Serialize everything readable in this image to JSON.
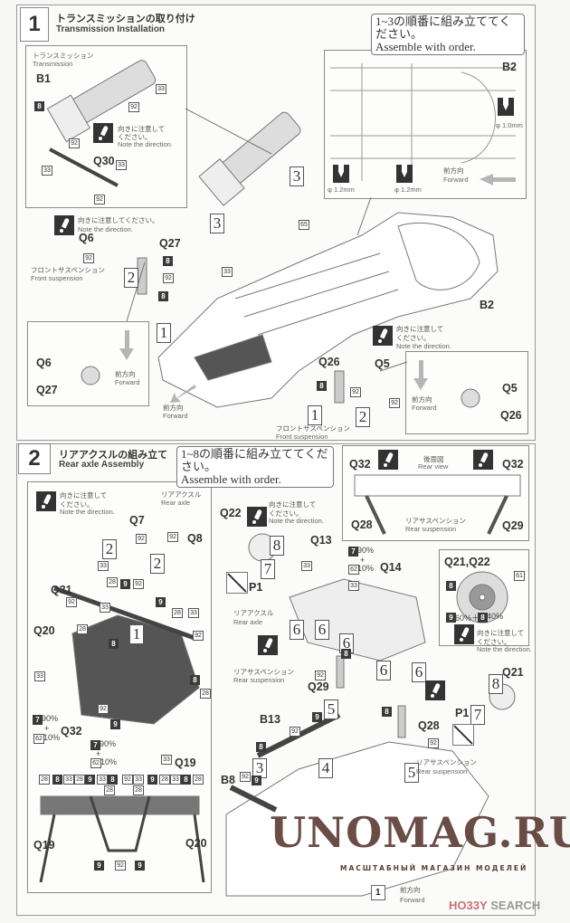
{
  "step1": {
    "number": "1",
    "title_jp": "トランスミッションの取り付け",
    "title_en": "Transmission Installation",
    "order_note_jp": "1~3の順番に組み立ててください。",
    "order_note_en": "Assemble with order.",
    "labels": [
      "トランスミッション",
      "Transmission",
      "B1",
      "8",
      "33",
      "92",
      "向きに注意して",
      "ください。",
      "Note the direction.",
      "92",
      "33",
      "Q30",
      "33",
      "92",
      "3",
      "3",
      "65",
      "B2",
      "φ 1.0mm",
      "φ 1.2mm",
      "φ 1.2mm",
      "前方向",
      "Forward",
      "向きに注意してください。",
      "Note the direction.",
      "Q6",
      "92",
      "フロントサスペンション",
      "Front suspension",
      "2",
      "Q27",
      "8",
      "92",
      "8",
      "33",
      "1",
      "B2",
      "Q6",
      "Q27",
      "前方向",
      "Forward",
      "向きに注意して",
      "ください。",
      "Note the direction.",
      "Q26",
      "Q5",
      "8",
      "92",
      "92",
      "1",
      "2",
      "前方向",
      "Forward",
      "フロントサスペンション",
      "Front suspension",
      "前方向",
      "Forward",
      "Q5",
      "Q26"
    ]
  },
  "step2": {
    "number": "2",
    "title_jp": "リアアクスルの組み立て",
    "title_en": "Rear axle Assembly",
    "order_note_jp": "1~8の順番に組み立ててください。",
    "order_note_en": "Assemble with order.",
    "labels": [
      "向きに注意して",
      "ください。",
      "Note the direction.",
      "リアアクスル",
      "Rear axle",
      "Q7",
      "92",
      "2",
      "92",
      "Q8",
      "2",
      "Q31",
      "33",
      "28",
      "9",
      "92",
      "92",
      "33",
      "9",
      "1",
      "28",
      "33",
      "92",
      "Q20",
      "28",
      "8",
      "33",
      "8",
      "28",
      "92",
      "9",
      "7",
      "90%",
      "+",
      "62",
      "10%",
      "Q32",
      "7",
      "90%",
      "+",
      "62",
      "10%",
      "33",
      "Q19",
      "28",
      "8",
      "33",
      "28",
      "9",
      "33",
      "8",
      "92",
      "33",
      "9",
      "28",
      "33",
      "8",
      "28",
      "28",
      "28",
      "Q19",
      "Q20",
      "9",
      "92",
      "9",
      "Q22",
      "向きに注意して",
      "ください。",
      "Note the direction.",
      "8",
      "7",
      "P1",
      "リアアクスル",
      "Rear axle",
      "Q13",
      "33",
      "7",
      "90%",
      "+",
      "62",
      "10%",
      "Q14",
      "33",
      "6",
      "6",
      "6",
      "6",
      "6",
      "8",
      "リアサスペンション",
      "Rear suspension",
      "92",
      "Q29",
      "5",
      "9",
      "B13",
      "92",
      "8",
      "3",
      "4",
      "B8",
      "92",
      "9",
      "8",
      "Q28",
      "92",
      "5",
      "リアサスペンション",
      "Rear suspension",
      "P1",
      "7",
      "8",
      "Q21",
      "向きに注意して",
      "ください。",
      "Note the direction.",
      "Q21,Q22",
      "8",
      "61",
      "9",
      "60%＋",
      "8",
      "40%",
      "Q32",
      "後面図",
      "Rear view",
      "Q32",
      "Q28",
      "リアサスペンション",
      "Rear suspension",
      "Q29",
      "1",
      "前方向",
      "Forward"
    ]
  },
  "icons": [
    "caution-note-icon",
    "drill-hole-icon",
    "no-drill-icon",
    "forward-arrow-icon"
  ],
  "watermark": {
    "text": "UNOMAG.RU",
    "subtitle": "МАСШТАБНЫЙ МАГАЗИН МОДЕЛЕЙ"
  },
  "logo": {
    "brand": "HO33Y",
    "suffix": "SEARCH"
  },
  "colors": {
    "ink": "#333333",
    "paper": "#fbfbfa",
    "watermark": "#5b3a33",
    "arrow": "#b0b0b0"
  }
}
